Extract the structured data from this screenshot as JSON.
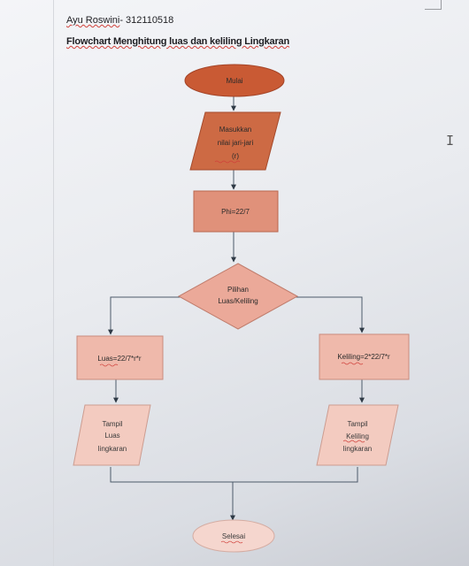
{
  "header": {
    "author_name": "Ayu Roswini",
    "author_id": "- 312110518",
    "title_main": "Flowchart Menghitung luas dan keliling Lingkaran"
  },
  "flowchart": {
    "start": "Mulai",
    "input": [
      "Masukkan",
      "nilai jari-jari",
      "(r)"
    ],
    "process": "Phi=22/7",
    "decision": [
      "Pilihan",
      "Luas/Keliling"
    ],
    "left_process": "Luas=22/7*r*r",
    "right_process": "Keliling=2*22/7*r",
    "left_output": [
      "Tampil",
      "Luas",
      "lingkaran"
    ],
    "right_output": [
      "Tampil",
      "Keliling",
      "lingkaran"
    ],
    "end": "Selesai"
  },
  "colors": {
    "start_fill": "#c95a34",
    "input_fill": "#cd6a44",
    "process_fill": "#e0917a",
    "decision_fill": "#eba999",
    "branch_fill": "#efb9ab",
    "output_fill": "#f3cbc0",
    "end_fill": "#f5d6ce",
    "connector": "#4c5a6a"
  }
}
